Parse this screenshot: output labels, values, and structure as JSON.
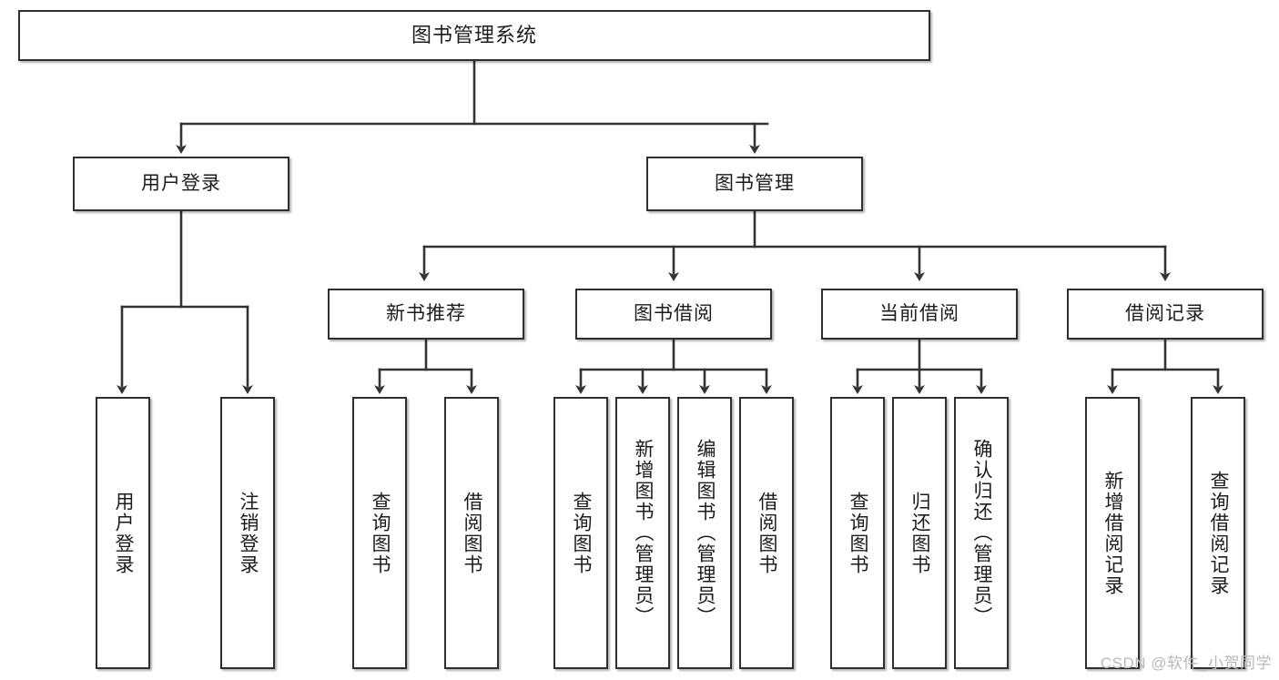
{
  "diagram": {
    "title": "图书管理系统",
    "watermark": "CSDN @软件_小贺同学",
    "colors": {
      "box_border": "#2e2e2e",
      "box_fill": "#ffffff",
      "connector": "#333333",
      "text": "#1c1c1c",
      "watermark": "#b9b9b9"
    },
    "levels": {
      "level1": [
        {
          "id": "root",
          "label": "图书管理系统"
        }
      ],
      "level2": [
        {
          "id": "user-login",
          "label": "用户登录"
        },
        {
          "id": "book-manage",
          "label": "图书管理"
        }
      ],
      "level3": [
        {
          "id": "new-book-rec",
          "label": "新书推荐"
        },
        {
          "id": "book-borrow",
          "label": "图书借阅"
        },
        {
          "id": "current-borrow",
          "label": "当前借阅"
        },
        {
          "id": "borrow-record",
          "label": "借阅记录"
        }
      ],
      "level4": [
        {
          "id": "leaf-user-login",
          "label": "用户登录",
          "parent": "user-login"
        },
        {
          "id": "leaf-logout",
          "label": "注销登录",
          "parent": "user-login"
        },
        {
          "id": "leaf-query-book-1",
          "label": "查询图书",
          "parent": "new-book-rec"
        },
        {
          "id": "leaf-borrow-book-1",
          "label": "借阅图书",
          "parent": "new-book-rec"
        },
        {
          "id": "leaf-query-book-2",
          "label": "查询图书",
          "parent": "book-borrow"
        },
        {
          "id": "leaf-add-book",
          "label": "新增图书（管理员）",
          "parent": "book-borrow"
        },
        {
          "id": "leaf-edit-book",
          "label": "编辑图书（管理员）",
          "parent": "book-borrow"
        },
        {
          "id": "leaf-borrow-book-2",
          "label": "借阅图书",
          "parent": "book-borrow"
        },
        {
          "id": "leaf-query-book-3",
          "label": "查询图书",
          "parent": "current-borrow"
        },
        {
          "id": "leaf-return-book",
          "label": "归还图书",
          "parent": "current-borrow"
        },
        {
          "id": "leaf-confirm-return",
          "label": "确认归还（管理员）",
          "parent": "current-borrow"
        },
        {
          "id": "leaf-add-record",
          "label": "新增借阅记录",
          "parent": "borrow-record"
        },
        {
          "id": "leaf-query-record",
          "label": "查询借阅记录",
          "parent": "borrow-record"
        }
      ]
    }
  }
}
